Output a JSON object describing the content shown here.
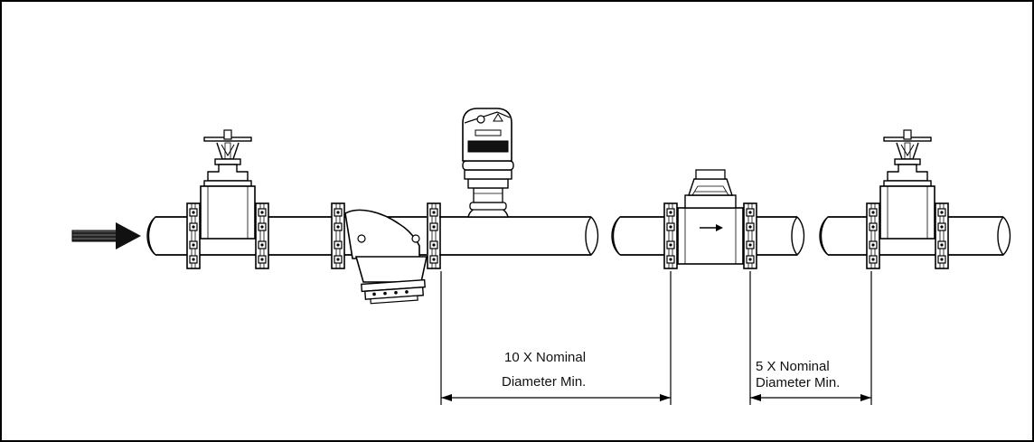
{
  "dimensions": {
    "upstream_label": [
      "10 X Nominal",
      "Diameter Min."
    ],
    "downstream_label": [
      "5 X Nominal",
      "Diameter Min."
    ]
  },
  "icons": {
    "flow": "flow-direction-arrow-icon",
    "meter": "meter-flow-arrow-icon"
  }
}
